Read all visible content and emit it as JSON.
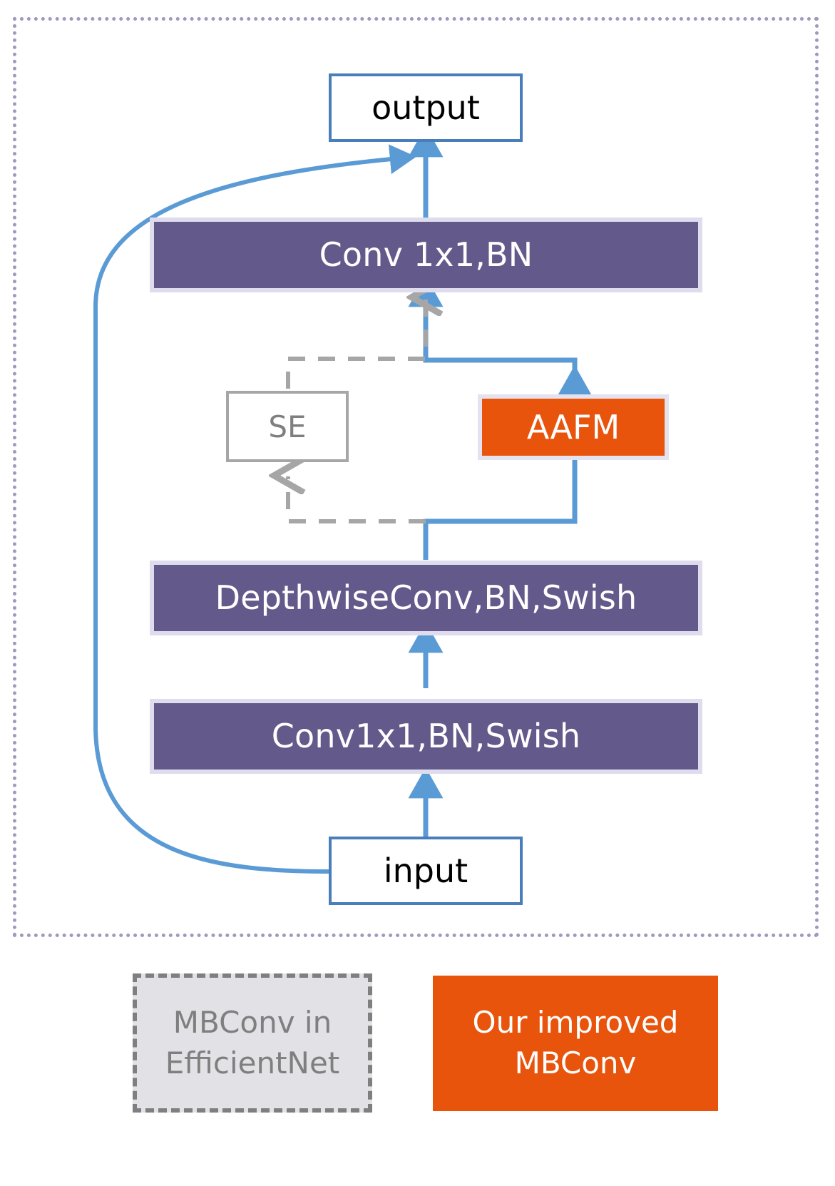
{
  "diagram": {
    "title": "Improved MBConv block",
    "frame": {
      "style": "dotted",
      "color": "#9d99c0"
    },
    "nodes": {
      "output": {
        "label": "output",
        "type": "io",
        "color": "#ffffff",
        "border": "#4a7ebb"
      },
      "conv1x1_bn": {
        "label": "Conv 1x1,BN",
        "type": "layer",
        "color": "#635a8b"
      },
      "se": {
        "label": "SE",
        "type": "module",
        "color": "#ffffff",
        "border": "#a6a6a6"
      },
      "aafm": {
        "label": "AAFM",
        "type": "module",
        "color": "#e8540c"
      },
      "depthwise": {
        "label": "DepthwiseConv,BN,Swish",
        "type": "layer",
        "color": "#635a8b"
      },
      "conv1x1_bn_swish": {
        "label": "Conv1x1,BN,Swish",
        "type": "layer",
        "color": "#635a8b"
      },
      "input": {
        "label": "input",
        "type": "io",
        "color": "#ffffff",
        "border": "#4a7ebb"
      }
    },
    "edges": [
      {
        "from": "input",
        "to": "conv1x1_bn_swish",
        "style": "solid",
        "color": "#5b9bd5"
      },
      {
        "from": "conv1x1_bn_swish",
        "to": "depthwise",
        "style": "solid",
        "color": "#5b9bd5"
      },
      {
        "from": "depthwise",
        "to": "aafm",
        "style": "solid",
        "color": "#5b9bd5"
      },
      {
        "from": "aafm",
        "to": "conv1x1_bn",
        "style": "solid",
        "color": "#5b9bd5"
      },
      {
        "from": "depthwise",
        "to": "se",
        "style": "dashed",
        "color": "#a6a6a6"
      },
      {
        "from": "se",
        "to": "conv1x1_bn",
        "style": "dashed",
        "color": "#a6a6a6"
      },
      {
        "from": "conv1x1_bn",
        "to": "output",
        "style": "solid",
        "color": "#5b9bd5"
      },
      {
        "from": "input",
        "to": "output",
        "style": "curved-residual",
        "color": "#5b9bd5"
      }
    ],
    "legend": [
      {
        "label": "MBConv in\nEfficientNet",
        "line1": "MBConv in",
        "line2": "EfficientNet",
        "style": "dashed",
        "fill": "#e2e1e6",
        "text": "#7f7f7f"
      },
      {
        "label": "Our improved\nMBConv",
        "line1": "Our improved",
        "line2": "MBConv",
        "style": "solid",
        "fill": "#e8540c",
        "text": "#ffffff"
      }
    ]
  }
}
